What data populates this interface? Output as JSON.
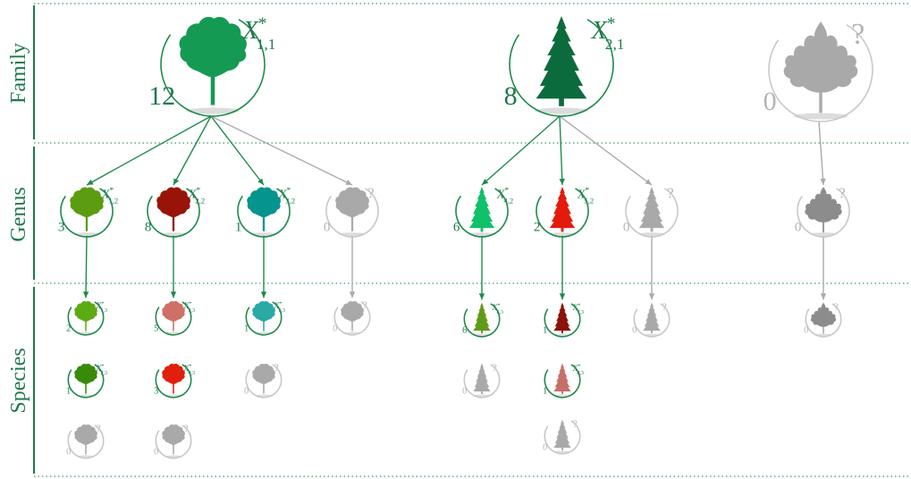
{
  "levels": [
    "Family",
    "Genus",
    "Species"
  ],
  "colors": {
    "accent": "#1f7a4d",
    "grey": "#a8a8a8",
    "grey_text": "#b5b5b5",
    "edge_green": "#1f8a4d"
  },
  "nodes": [
    {
      "id": "f1",
      "level": "family",
      "shape": "oak",
      "color": "#159a54",
      "count": "12",
      "label_base": "X",
      "label_sub": "1,1",
      "unknown": false,
      "parent": null
    },
    {
      "id": "f2",
      "level": "family",
      "shape": "pine",
      "color": "#0c6b3c",
      "count": "8",
      "label_base": "X",
      "label_sub": "2,1",
      "unknown": false,
      "parent": null
    },
    {
      "id": "f3",
      "level": "family",
      "shape": "leaf",
      "color": "#a9a9a9",
      "count": "0",
      "label_base": "",
      "label_sub": "",
      "unknown": true,
      "parent": null
    },
    {
      "id": "g1",
      "level": "genus",
      "shape": "oak",
      "color": "#5c9c10",
      "count": "3",
      "label_base": "X",
      "label_sub": "1,2",
      "unknown": false,
      "parent": "f1"
    },
    {
      "id": "g2",
      "level": "genus",
      "shape": "oak",
      "color": "#981408",
      "count": "8",
      "label_base": "X",
      "label_sub": "2,2",
      "unknown": false,
      "parent": "f1"
    },
    {
      "id": "g3",
      "level": "genus",
      "shape": "oak",
      "color": "#06948e",
      "count": "1",
      "label_base": "X",
      "label_sub": "3,2",
      "unknown": false,
      "parent": "f1"
    },
    {
      "id": "g4",
      "level": "genus",
      "shape": "oak",
      "color": "#a9a9a9",
      "count": "0",
      "label_base": "",
      "label_sub": "",
      "unknown": true,
      "parent": "f1"
    },
    {
      "id": "g5",
      "level": "genus",
      "shape": "pine",
      "color": "#11c06a",
      "count": "6",
      "label_base": "X",
      "label_sub": "4,2",
      "unknown": false,
      "parent": "f2"
    },
    {
      "id": "g6",
      "level": "genus",
      "shape": "pine",
      "color": "#e41a0c",
      "count": "2",
      "label_base": "X",
      "label_sub": "5,2",
      "unknown": false,
      "parent": "f2"
    },
    {
      "id": "g7",
      "level": "genus",
      "shape": "pine",
      "color": "#a9a9a9",
      "count": "0",
      "label_base": "",
      "label_sub": "",
      "unknown": true,
      "parent": "f2"
    },
    {
      "id": "g8",
      "level": "genus",
      "shape": "leaf",
      "color": "#8c8c8c",
      "count": "0",
      "label_base": "",
      "label_sub": "",
      "unknown": true,
      "parent": "f3"
    },
    {
      "id": "s1",
      "level": "species",
      "shape": "oak",
      "color": "#5dab13",
      "count": "2",
      "label_base": "X",
      "label_sub": "1,3",
      "unknown": false,
      "parent": "g1"
    },
    {
      "id": "s2",
      "level": "species",
      "shape": "oak",
      "color": "#3a8a0a",
      "count": "1",
      "label_base": "X",
      "label_sub": "2,3",
      "unknown": false,
      "parent": null
    },
    {
      "id": "s3",
      "level": "species",
      "shape": "oak",
      "color": "#a9a9a9",
      "count": "0",
      "label_base": "",
      "label_sub": "",
      "unknown": true,
      "parent": null
    },
    {
      "id": "s4",
      "level": "species",
      "shape": "oak",
      "color": "#cf7067",
      "count": "5",
      "label_base": "X",
      "label_sub": "3,3",
      "unknown": false,
      "parent": "g2"
    },
    {
      "id": "s5",
      "level": "species",
      "shape": "oak",
      "color": "#e01f0c",
      "count": "3",
      "label_base": "X",
      "label_sub": "4,3",
      "unknown": false,
      "parent": null
    },
    {
      "id": "s6",
      "level": "species",
      "shape": "oak",
      "color": "#a9a9a9",
      "count": "0",
      "label_base": "",
      "label_sub": "",
      "unknown": true,
      "parent": null
    },
    {
      "id": "s7",
      "level": "species",
      "shape": "oak",
      "color": "#2aa9a6",
      "count": "1",
      "label_base": "X",
      "label_sub": "5,3",
      "unknown": false,
      "parent": "g3"
    },
    {
      "id": "s8",
      "level": "species",
      "shape": "oak",
      "color": "#a9a9a9",
      "count": "0",
      "label_base": "",
      "label_sub": "",
      "unknown": true,
      "parent": null
    },
    {
      "id": "s9",
      "level": "species",
      "shape": "oak",
      "color": "#a9a9a9",
      "count": "0",
      "label_base": "",
      "label_sub": "",
      "unknown": true,
      "parent": "g4"
    },
    {
      "id": "s10",
      "level": "species",
      "shape": "pine",
      "color": "#5f9a1a",
      "count": "6",
      "label_base": "X",
      "label_sub": "6,3",
      "unknown": false,
      "parent": "g5"
    },
    {
      "id": "s11",
      "level": "species",
      "shape": "pine",
      "color": "#a9a9a9",
      "count": "0",
      "label_base": "",
      "label_sub": "",
      "unknown": true,
      "parent": null
    },
    {
      "id": "s12",
      "level": "species",
      "shape": "pine",
      "color": "#8a1208",
      "count": "1",
      "label_base": "X",
      "label_sub": "7,3",
      "unknown": false,
      "parent": "g6"
    },
    {
      "id": "s13",
      "level": "species",
      "shape": "pine",
      "color": "#c47068",
      "count": "1",
      "label_base": "X",
      "label_sub": "8,3",
      "unknown": false,
      "parent": null
    },
    {
      "id": "s14",
      "level": "species",
      "shape": "pine",
      "color": "#a9a9a9",
      "count": "0",
      "label_base": "",
      "label_sub": "",
      "unknown": true,
      "parent": null
    },
    {
      "id": "s15",
      "level": "species",
      "shape": "pine",
      "color": "#a9a9a9",
      "count": "0",
      "label_base": "",
      "label_sub": "",
      "unknown": true,
      "parent": "g7"
    },
    {
      "id": "s16",
      "level": "species",
      "shape": "leaf",
      "color": "#8c8c8c",
      "count": "0",
      "label_base": "",
      "label_sub": "",
      "unknown": true,
      "parent": "g8"
    }
  ]
}
